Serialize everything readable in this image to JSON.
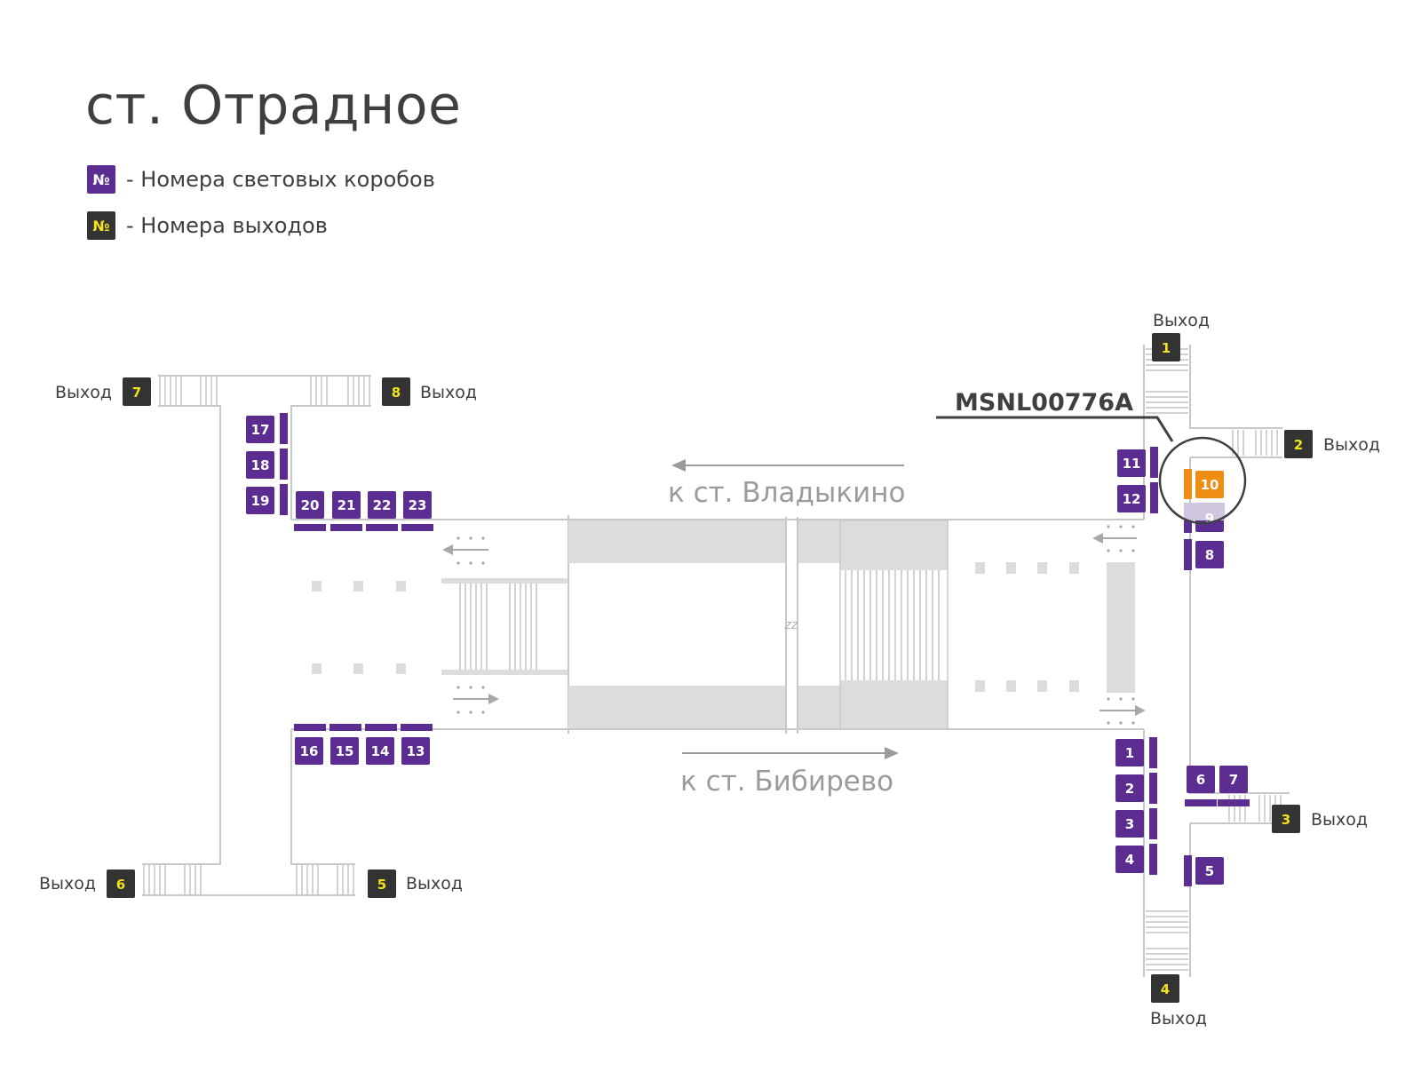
{
  "station": {
    "title": "ст. Отрадное"
  },
  "legend": [
    {
      "symbol": "№",
      "label": "- Номера световых коробов",
      "kind": "lightbox"
    },
    {
      "symbol": "№",
      "label": "- Номера выходов",
      "kind": "exit"
    }
  ],
  "colors": {
    "lightbox": "#5b2d91",
    "exit": "#333333",
    "exit_number": "#f2e21c",
    "highlight": "#ef8c12",
    "faded": "#cfc6e0"
  },
  "exit_word": "Выход",
  "exits": [
    "1",
    "2",
    "3",
    "4",
    "5",
    "6",
    "7",
    "8"
  ],
  "directions": {
    "north": "к ст. Владыкино",
    "south": "к ст. Бибирево"
  },
  "ad_code": "MSNL00776A",
  "track_break": "zz",
  "lightboxes_left": [
    "13",
    "14",
    "15",
    "16",
    "17",
    "18",
    "19",
    "20",
    "21",
    "22",
    "23"
  ],
  "lightboxes_right": [
    "1",
    "2",
    "3",
    "4",
    "5",
    "6",
    "7",
    "8",
    "9",
    "10",
    "11",
    "12"
  ],
  "highlighted_box": "10",
  "faded_box": "9"
}
